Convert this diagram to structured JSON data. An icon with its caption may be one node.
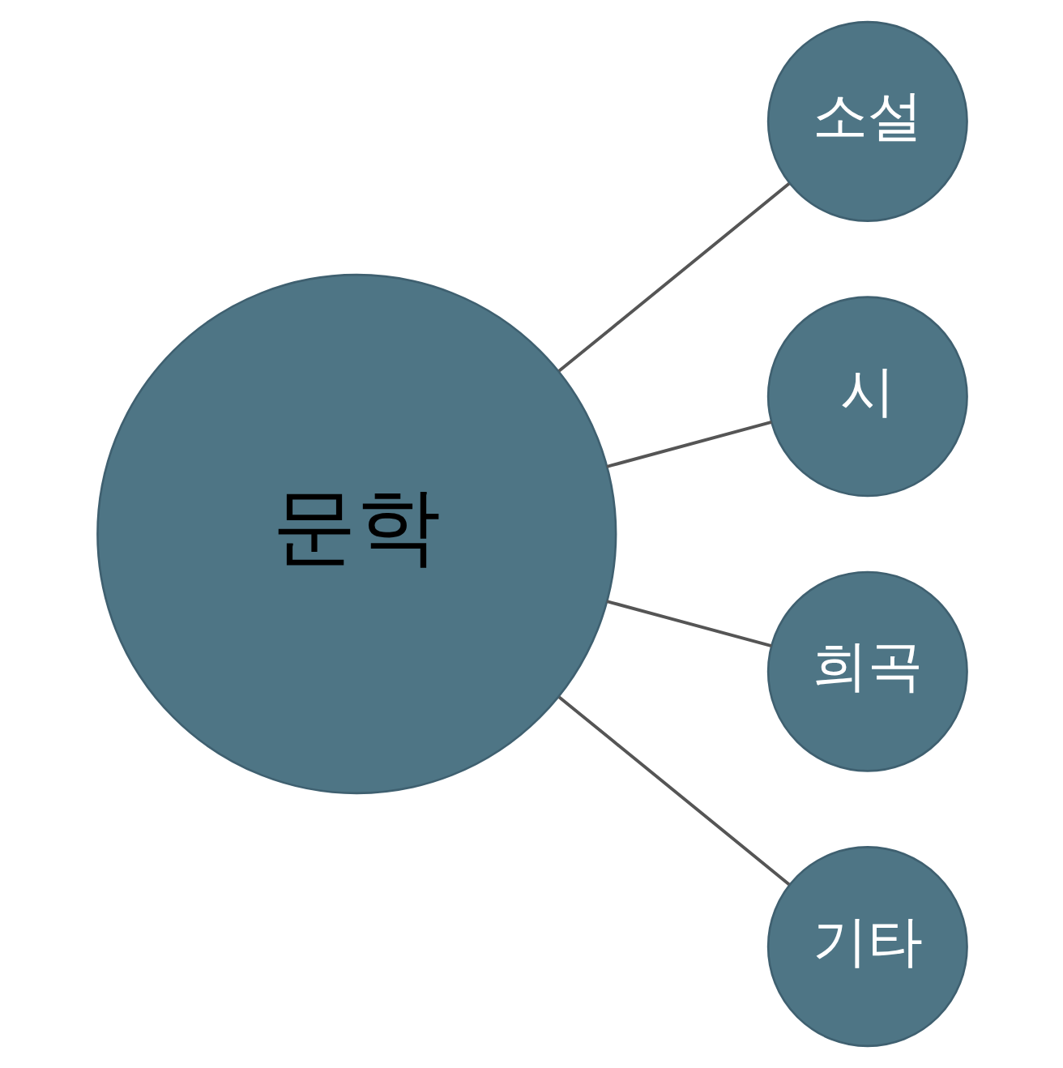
{
  "diagram": {
    "nodes": [
      {
        "text": [
          "문학"
        ]
      },
      {
        "text": [
          "소설"
        ]
      },
      {
        "text": [
          "시"
        ]
      },
      {
        "text": [
          "희곡"
        ]
      },
      {
        "text": [
          "기타"
        ]
      }
    ],
    "edges": [
      {
        "from": 0,
        "to": 1,
        "arrow": "none"
      },
      {
        "from": 0,
        "to": 2,
        "arrow": "none"
      },
      {
        "from": 0,
        "to": 3,
        "arrow": "none"
      },
      {
        "from": 0,
        "to": 4,
        "arrow": "none"
      }
    ]
  }
}
